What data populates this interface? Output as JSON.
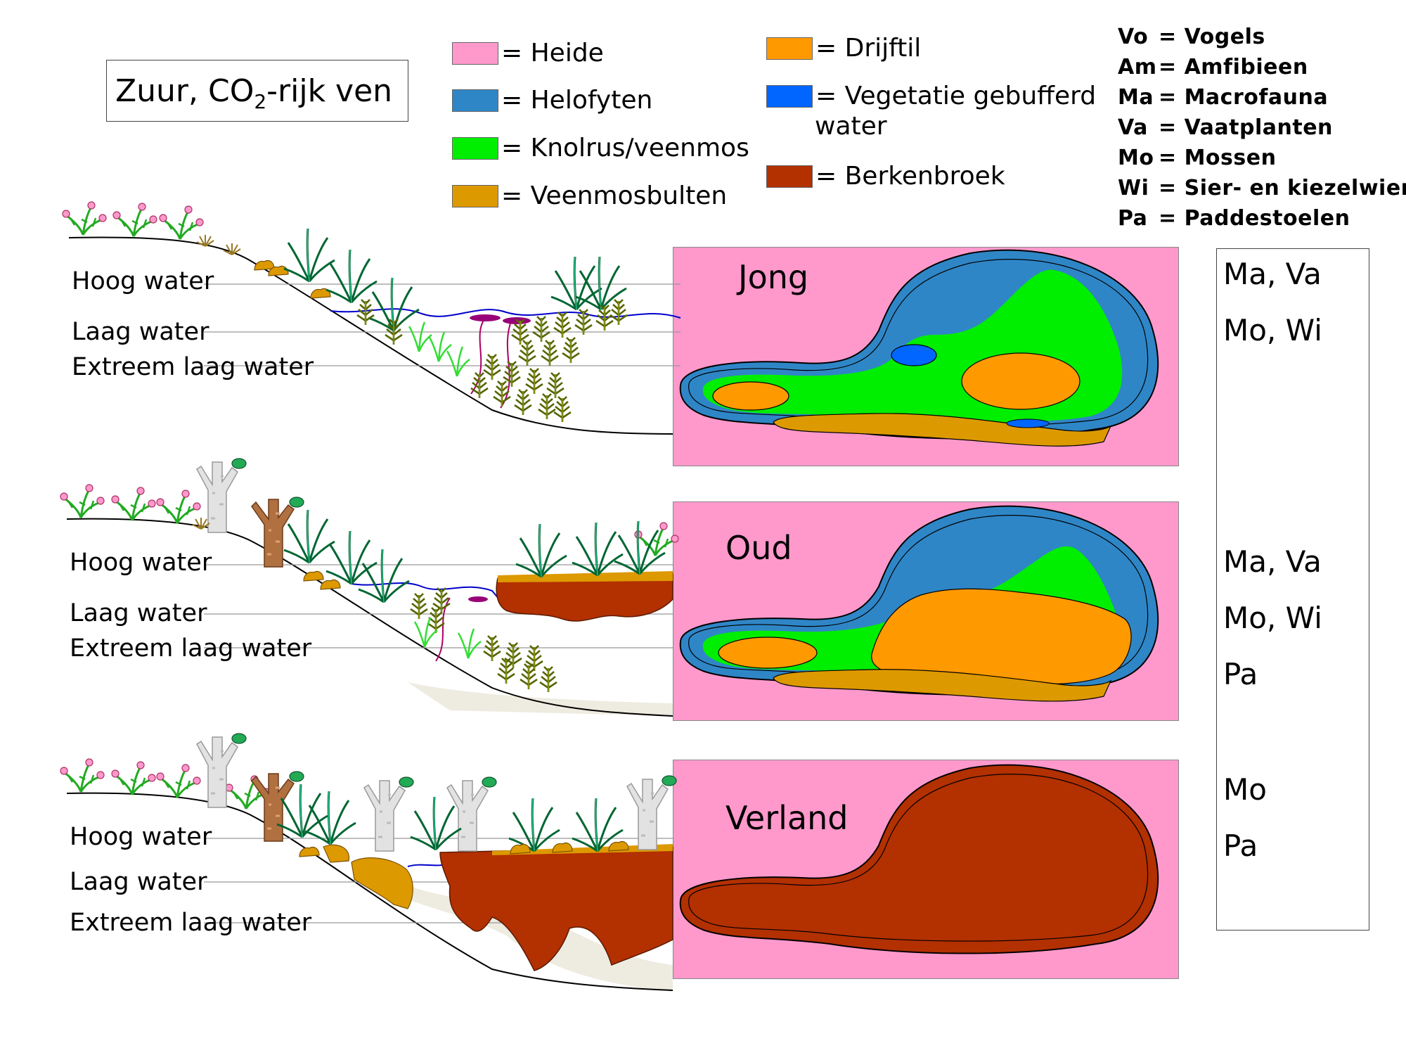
{
  "title": {
    "main_before": "Zuur, CO",
    "sub": "2",
    "main_after": "-rijk ven"
  },
  "legend_left": [
    {
      "label": "= Heide",
      "color": "#ff99cc"
    },
    {
      "label": "= Helofyten",
      "color": "#2f86c6"
    },
    {
      "label": "= Knolrus/veenmos",
      "color": "#00ee00"
    },
    {
      "label": "= Veenmosbulten",
      "color": "#dd9900"
    }
  ],
  "legend_right": [
    {
      "label": "= Drijftil",
      "color": "#ff9900"
    },
    {
      "label": "= Vegetatie gebufferd",
      "label2": "water",
      "color": "#0066ff"
    },
    {
      "label": "= Berkenbroek",
      "color": "#b33000"
    }
  ],
  "abbreviations": [
    {
      "key": "Vo",
      "value": "= Vogels"
    },
    {
      "key": "Am",
      "value": "= Amfibieen"
    },
    {
      "key": "Ma",
      "value": "= Macrofauna"
    },
    {
      "key": "Va",
      "value": "= Vaatplanten"
    },
    {
      "key": "Mo",
      "value": "= Mossen"
    },
    {
      "key": "Wi",
      "value": "= Sier- en kiezelwier"
    },
    {
      "key": "Pa",
      "value": "= Paddestoelen"
    }
  ],
  "water_levels": [
    "Hoog water",
    "Laag water",
    "Extreem laag water"
  ],
  "stages": [
    {
      "label": "Jong",
      "groups": [
        "Ma, Va",
        "Mo, Wi"
      ]
    },
    {
      "label": "Oud",
      "groups": [
        "Ma, Va",
        "Mo, Wi",
        "Pa"
      ]
    },
    {
      "label": "Verland",
      "groups": [
        "Mo",
        "Pa"
      ]
    }
  ],
  "colors": {
    "heide": "#ff99cc",
    "helofyten": "#2f86c6",
    "knolrus": "#00ee00",
    "veenmosbulten": "#dd9900",
    "drijftil": "#ff9900",
    "gebufferd": "#0066ff",
    "berkenbroek": "#b33000",
    "water_line": "#0000cc",
    "sand": "#eeebe0"
  }
}
